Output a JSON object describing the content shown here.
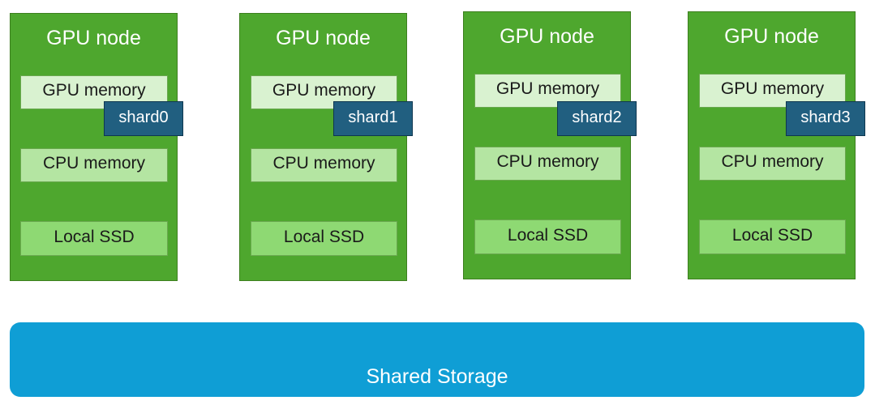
{
  "colors": {
    "node_fill": "#4ea72e",
    "gpu_memory_fill": "#d9f2d0",
    "cpu_memory_fill": "#b4e5a2",
    "ssd_fill": "#8ed973",
    "shard_fill": "#215f80",
    "storage_fill": "#0f9ed5"
  },
  "nodes": [
    {
      "title": "GPU node",
      "gpu_memory": "GPU memory",
      "cpu_memory": "CPU memory",
      "ssd": "Local SSD",
      "shard": "shard0"
    },
    {
      "title": "GPU node",
      "gpu_memory": "GPU memory",
      "cpu_memory": "CPU memory",
      "ssd": "Local SSD",
      "shard": "shard1"
    },
    {
      "title": "GPU node",
      "gpu_memory": "GPU memory",
      "cpu_memory": "CPU memory",
      "ssd": "Local SSD",
      "shard": "shard2"
    },
    {
      "title": "GPU node",
      "gpu_memory": "GPU memory",
      "cpu_memory": "CPU memory",
      "ssd": "Local SSD",
      "shard": "shard3"
    }
  ],
  "storage": {
    "label": "Shared Storage"
  }
}
